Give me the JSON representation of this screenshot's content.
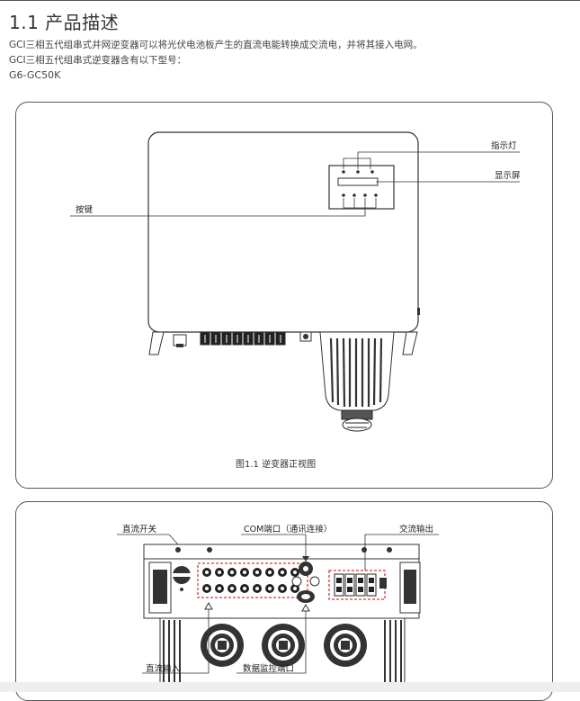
{
  "section": {
    "title": "1.1 产品描述",
    "paragraphs": [
      "GCI三相五代组串式并网逆变器可以将光伏电池板产生的直流电能转换成交流电，并将其接入电网。",
      "GCI三相五代组串式逆变器含有以下型号：",
      "G6-GC50K"
    ]
  },
  "figure1": {
    "labels": {
      "indicator": "指示灯",
      "display": "显示屏",
      "button": "按键"
    },
    "caption": "图1.1 逆变器正视图"
  },
  "figure2": {
    "labels": {
      "dc_switch": "直流开关",
      "com_port": "COM端口（通讯连接）",
      "ac_output": "交流输出",
      "dc_input": "直流输入",
      "data_port": "数据监控端口"
    }
  }
}
